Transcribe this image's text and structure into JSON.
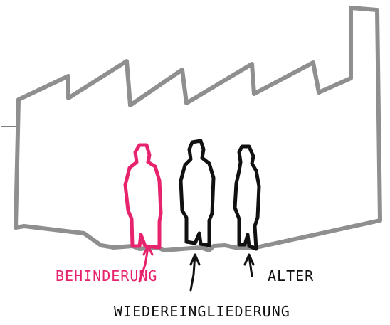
{
  "labels": {
    "behinderung": "BEHINDERUNG",
    "alter": "ALTER",
    "wiedereingliederung": "WIEDEREINGLIEDERUNG"
  },
  "colors": {
    "outline": "#8f8f8f",
    "highlight": "#e8236e",
    "ink": "#111111"
  }
}
